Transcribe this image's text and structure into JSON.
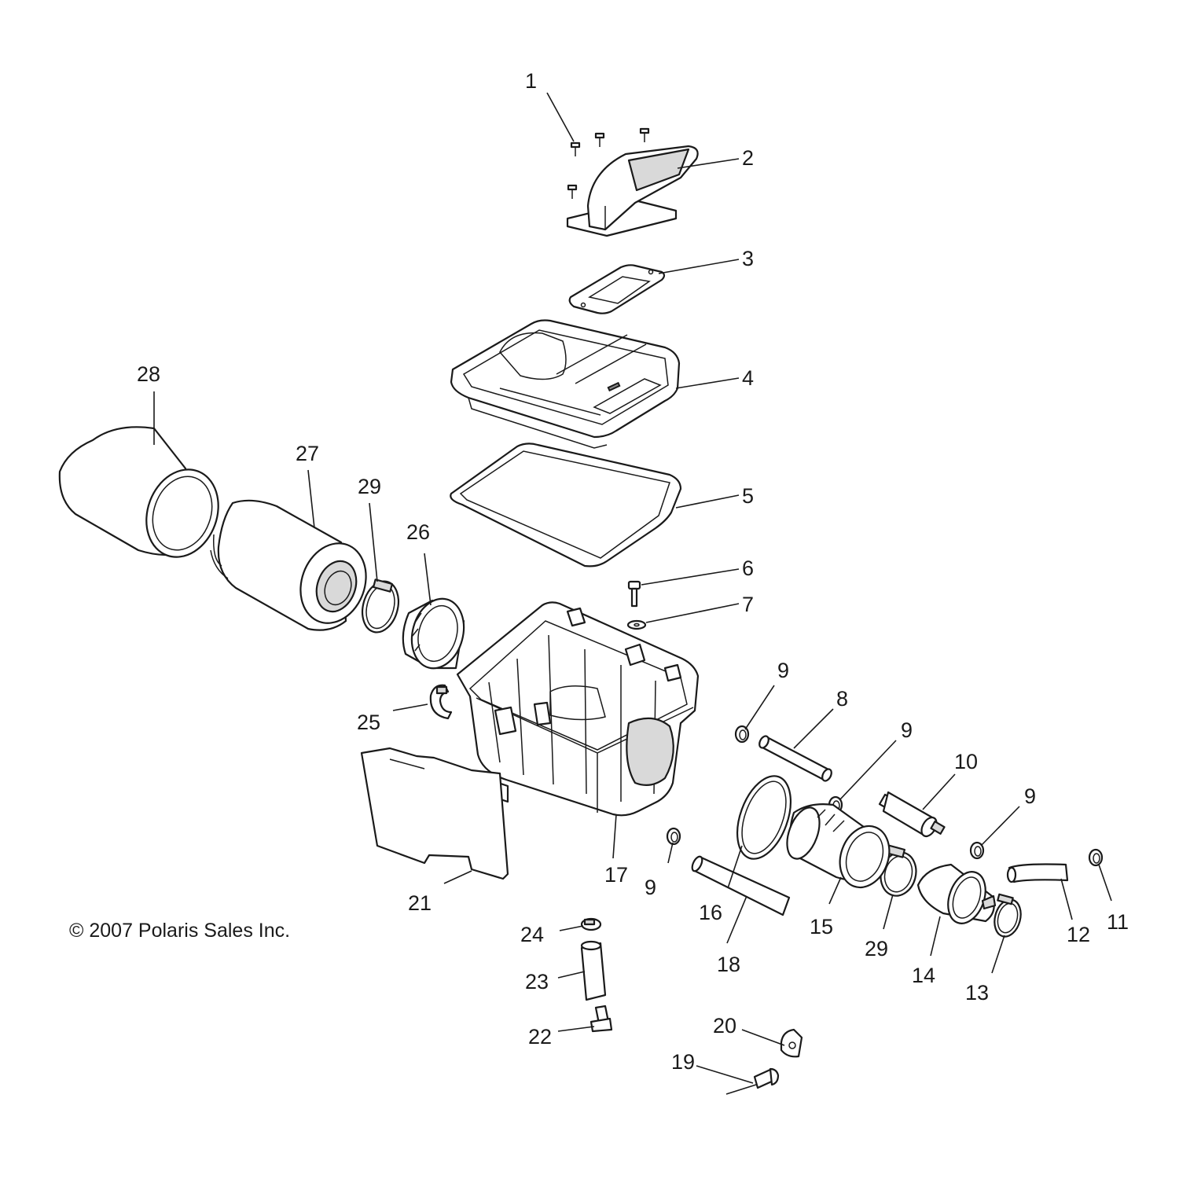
{
  "copyright": "© 2007 Polaris Sales Inc.",
  "callouts": [
    {
      "id": "c1",
      "label": "1",
      "part": "screw"
    },
    {
      "id": "c2",
      "label": "2",
      "part": "intake-duct"
    },
    {
      "id": "c3",
      "label": "3",
      "part": "duct-gasket"
    },
    {
      "id": "c4",
      "label": "4",
      "part": "airbox-cover"
    },
    {
      "id": "c5",
      "label": "5",
      "part": "cover-seal"
    },
    {
      "id": "c6",
      "label": "6",
      "part": "bolt"
    },
    {
      "id": "c7",
      "label": "7",
      "part": "washer"
    },
    {
      "id": "c8",
      "label": "8",
      "part": "hose"
    },
    {
      "id": "c9a",
      "label": "9",
      "part": "clamp"
    },
    {
      "id": "c9b",
      "label": "9",
      "part": "clamp"
    },
    {
      "id": "c9c",
      "label": "9",
      "part": "clamp"
    },
    {
      "id": "c9d",
      "label": "9",
      "part": "clamp"
    },
    {
      "id": "c10",
      "label": "10",
      "part": "breather-filter"
    },
    {
      "id": "c11",
      "label": "11",
      "part": "clamp"
    },
    {
      "id": "c12",
      "label": "12",
      "part": "hose"
    },
    {
      "id": "c13",
      "label": "13",
      "part": "hose-clamp"
    },
    {
      "id": "c14",
      "label": "14",
      "part": "boot"
    },
    {
      "id": "c15",
      "label": "15",
      "part": "outlet-adapter"
    },
    {
      "id": "c16",
      "label": "16",
      "part": "o-ring"
    },
    {
      "id": "c17",
      "label": "17",
      "part": "airbox-base"
    },
    {
      "id": "c18",
      "label": "18",
      "part": "hose"
    },
    {
      "id": "c19",
      "label": "19",
      "part": "rivet"
    },
    {
      "id": "c20",
      "label": "20",
      "part": "clip"
    },
    {
      "id": "c21",
      "label": "21",
      "part": "foam-pad"
    },
    {
      "id": "c22",
      "label": "22",
      "part": "drain-valve"
    },
    {
      "id": "c23",
      "label": "23",
      "part": "drain-tube"
    },
    {
      "id": "c24",
      "label": "24",
      "part": "clamp"
    },
    {
      "id": "c25",
      "label": "25",
      "part": "clip"
    },
    {
      "id": "c26",
      "label": "26",
      "part": "filter-adapter"
    },
    {
      "id": "c27",
      "label": "27",
      "part": "air-filter"
    },
    {
      "id": "c28",
      "label": "28",
      "part": "pre-filter"
    },
    {
      "id": "c29a",
      "label": "29",
      "part": "hose-clamp"
    },
    {
      "id": "c29b",
      "label": "29",
      "part": "hose-clamp"
    }
  ]
}
